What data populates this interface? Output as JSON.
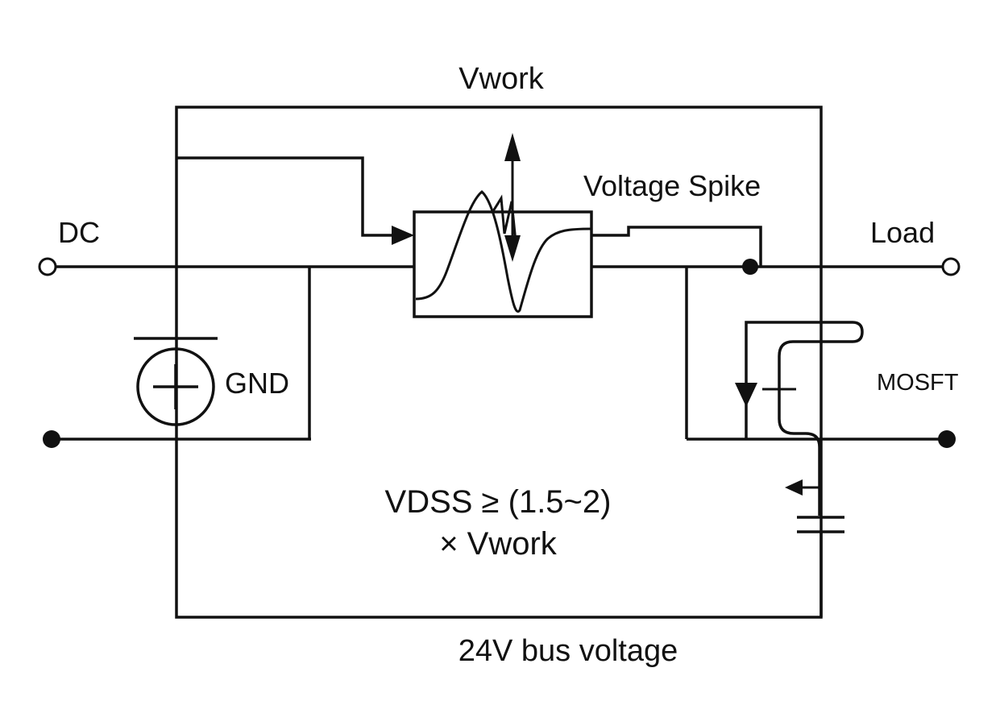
{
  "labels": {
    "vwork_top": "Vwork",
    "dc": "DC",
    "load": "Load",
    "voltage_spike": "Voltage Spike",
    "gnd": "GND",
    "mosfet": "MOSFT",
    "formula_line1": "VDSS ≥ (1.5~2)",
    "formula_line2": "× Vwork",
    "bus_voltage": "24V bus voltage"
  },
  "icons": {
    "source": "dc-source-circle-plus-icon",
    "mosfet": "mosfet-symbol-icon",
    "capacitor": "capacitor-icon",
    "spike_arrow": "double-arrow-icon"
  },
  "colors": {
    "stroke": "#111111",
    "background": "#ffffff"
  }
}
